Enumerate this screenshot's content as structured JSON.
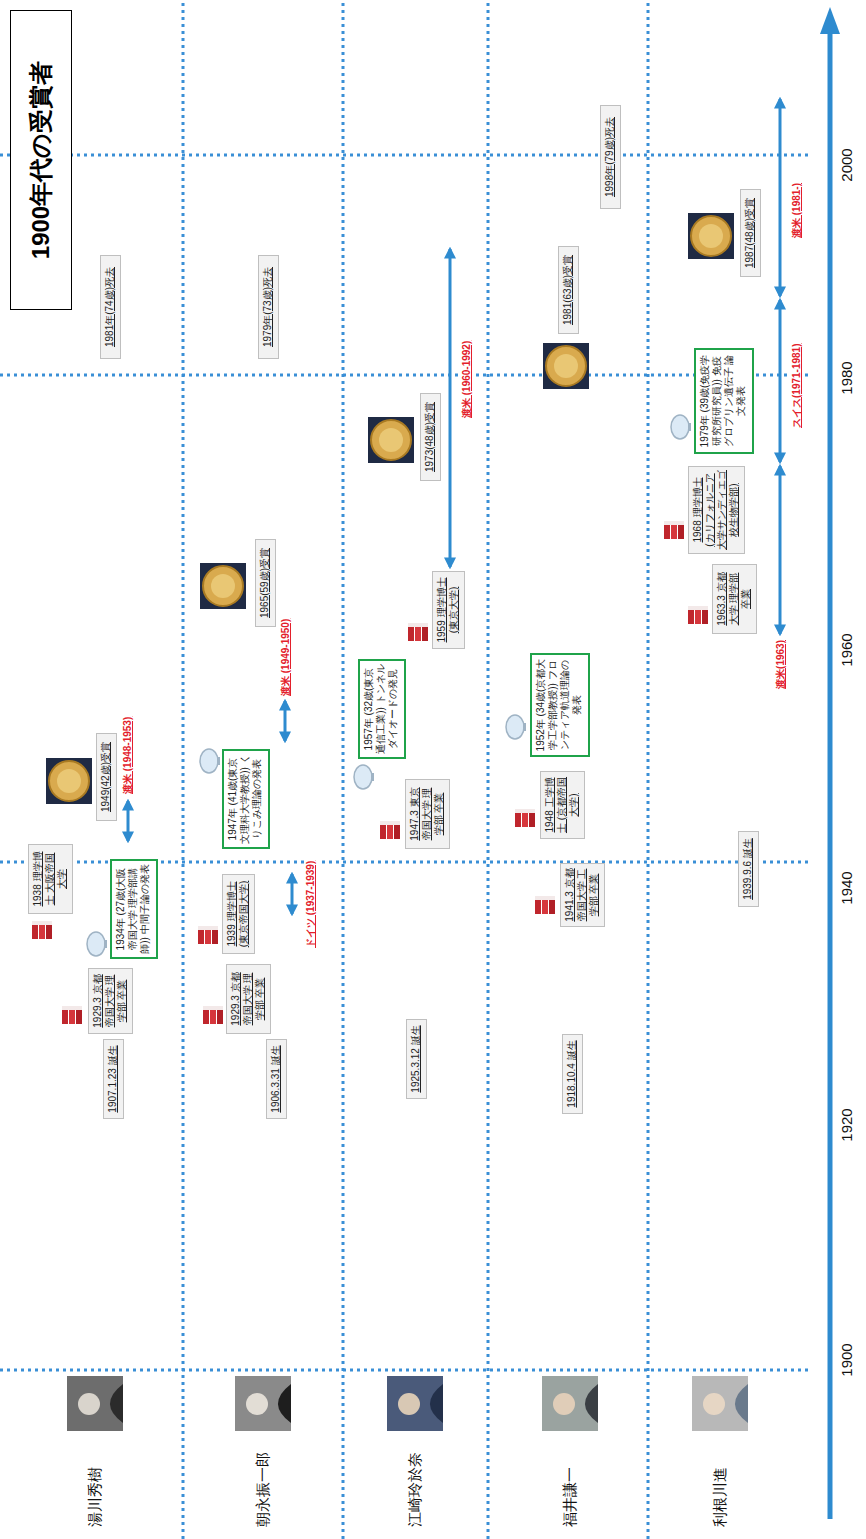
{
  "diagram": {
    "title": "1900年代の受賞者",
    "nodes": [
      {
        "text": [
          "1907.1.23 誕生"
        ]
      },
      {
        "text": [
          "1929.3 京都帝国大学 理学部 卒業"
        ]
      },
      {
        "text": [
          "1934年 (27歳(大阪帝国大学 理学部講師)) 中間子論の発表"
        ]
      },
      {
        "text": [
          "1938 理学博士 大阪帝国大学"
        ]
      },
      {
        "text": [
          "1949(42歳)受賞"
        ]
      },
      {
        "text": [
          "1981年(74歳)死去"
        ]
      },
      {
        "text": [
          "1906.3.31 誕生"
        ]
      },
      {
        "text": [
          "1929.3 京都帝国大学 理学部 卒業"
        ]
      },
      {
        "text": [
          "1939 理学博士 (東京帝国大学)"
        ]
      },
      {
        "text": [
          "1947年 (41歳(東京文理科大学教授)) くりこみ理論の発表"
        ]
      },
      {
        "text": [
          "1965(59歳)受賞"
        ]
      },
      {
        "text": [
          "1979年(73歳)死去"
        ]
      },
      {
        "text": [
          "1925.3.12 誕生"
        ]
      },
      {
        "text": [
          "1947.3 東京帝国大学 理学部 卒業"
        ]
      },
      {
        "text": [
          "1957年 (32歳(東京通信工業)) トンネルダイオードの発見"
        ]
      },
      {
        "text": [
          "1959 理学博士 (東京大学)"
        ]
      },
      {
        "text": [
          "1973(48歳)受賞"
        ]
      },
      {
        "text": [
          "1918.10.4 誕生"
        ]
      },
      {
        "text": [
          "1941.3 京都帝国大学 工学部 卒業"
        ]
      },
      {
        "text": [
          "1948 工学博士 (京都帝国大学)"
        ]
      },
      {
        "text": [
          "1952年 (34歳(京都大学工学部教授)) フロンティア軌道理論の発表"
        ]
      },
      {
        "text": [
          "1981(63歳)受賞"
        ]
      },
      {
        "text": [
          "1998年(79歳)死去"
        ]
      },
      {
        "text": [
          "1939.9.6 誕生"
        ]
      },
      {
        "text": [
          "1963.3 京都大学 理学部 卒業"
        ]
      },
      {
        "text": [
          "1968 理学博士 (カリフォルニア大学サンディエゴ校生物学部)"
        ]
      },
      {
        "text": [
          "1979年 (39歳(免疫学研究所研究員)) 免疫グロブリン遺伝子 論文発表"
        ]
      },
      {
        "text": [
          "1987(48歳)受賞"
        ]
      }
    ],
    "labels": [
      "湯川秀樹",
      "朝永振一郎",
      "江崎玲於奈",
      "福井謙一",
      "利根川進",
      "1900",
      "1920",
      "1940",
      "1960",
      "1980",
      "2000",
      "渡米 (1948-1953)",
      "ドイツ (1937-1939)",
      "渡米 (1949-1950)",
      "渡米 (1960-1992)",
      "渡米(1963)",
      "スイス(1971-1981)",
      "渡米 (1981-)"
    ]
  }
}
